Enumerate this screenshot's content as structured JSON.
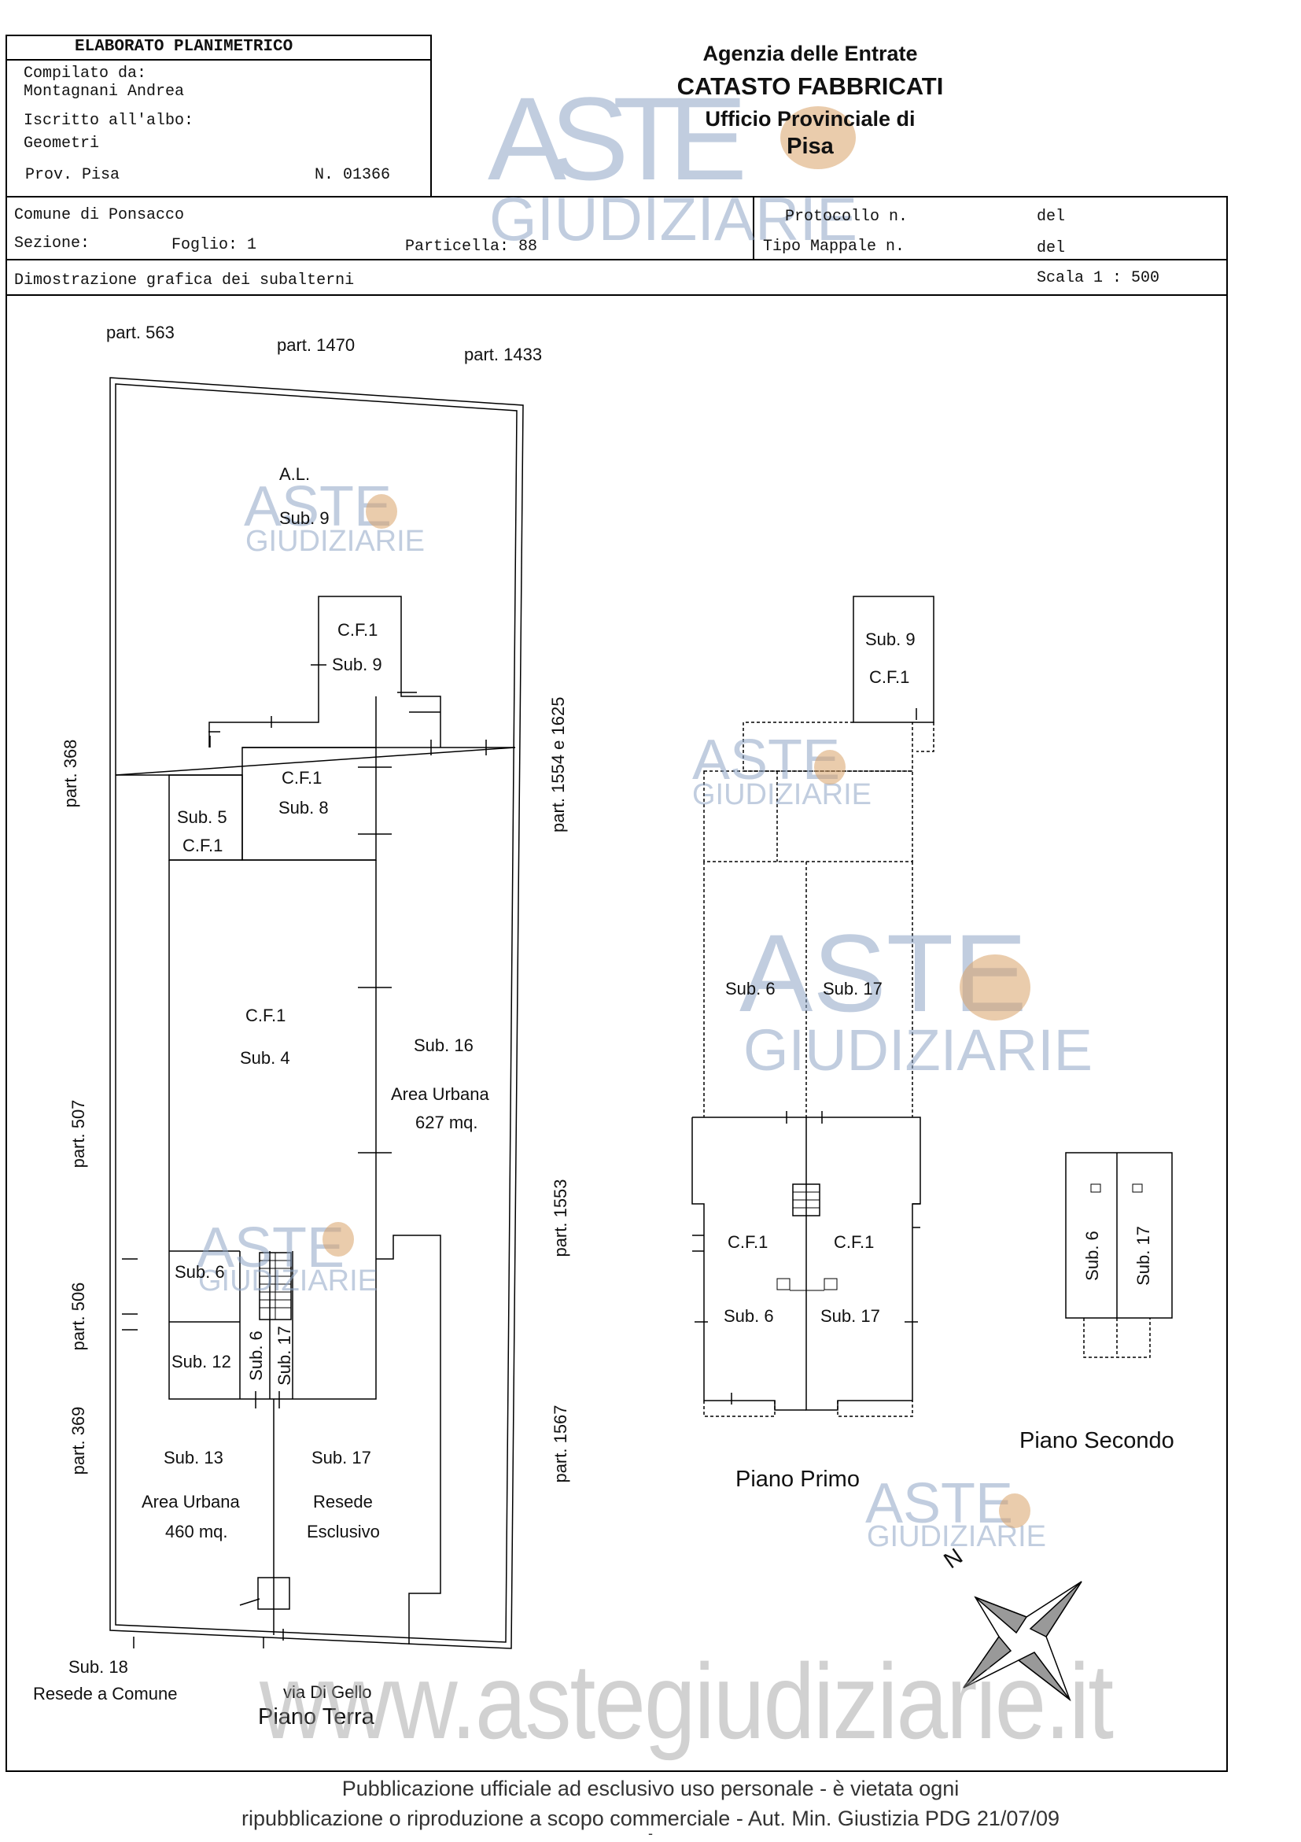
{
  "header": {
    "title": "ELABORATO PLANIMETRICO",
    "compiled_label": "Compilato da:",
    "compiled_name": "Montagnani Andrea",
    "registered_label": "Iscritto all'albo:",
    "registered_value": "Geometri",
    "prov_label": "Prov. Pisa",
    "number": "N. 01366"
  },
  "agency": {
    "line1": "Agenzia delle Entrate",
    "line2": "CATASTO FABBRICATI",
    "line3": "Ufficio Provinciale di",
    "line4": "Pisa"
  },
  "info": {
    "comune": "Comune di Ponsacco",
    "sezione": "Sezione:",
    "foglio": "Foglio: 1",
    "particella": "Particella: 88",
    "protocollo": "Protocollo n.",
    "protocollo_del": "del",
    "tipo_mappale": "Tipo Mappale n.",
    "tipo_del": "del",
    "dimostrazione": "Dimostrazione grafica dei subalterni",
    "scala": "Scala 1 : 500"
  },
  "plan": {
    "part_563": "part. 563",
    "part_1470": "part. 1470",
    "part_1433": "part. 1433",
    "part_368": "part. 368",
    "part_1554": "part. 1554 e 1625",
    "part_507": "part. 507",
    "part_506": "part. 506",
    "part_1553": "part. 1553",
    "part_369": "part. 369",
    "part_1567": "part. 1567",
    "al": "A.L.",
    "sub9_top": "Sub. 9",
    "cf1_a": "C.F.1",
    "sub9_b": "Sub. 9",
    "cf1_b": "C.F.1",
    "sub8": "Sub. 8",
    "sub5": "Sub. 5",
    "cf1_c": "C.F.1",
    "cf1_d": "C.F.1",
    "sub4": "Sub. 4",
    "sub16": "Sub. 16",
    "area_urbana_a": "Area Urbana",
    "mq627": "627 mq.",
    "sub6_a": "Sub. 6",
    "sub12": "Sub. 12",
    "sub6_rot": "Sub. 6",
    "sub17_rot": "Sub. 17",
    "sub13": "Sub. 13",
    "area_urbana_b": "Area Urbana",
    "mq460": "460 mq.",
    "sub17_a": "Sub. 17",
    "resede": "Resede",
    "esclusivo": "Esclusivo",
    "sub18": "Sub. 18",
    "resede_comune": "Resede a Comune",
    "via": "via Di Gello",
    "piano_terra": "Piano Terra",
    "p1_sub9": "Sub. 9",
    "p1_cf1": "C.F.1",
    "p1_sub6": "Sub. 6",
    "p1_sub17": "Sub. 17",
    "p1_cf1_a": "C.F.1",
    "p1_cf1_b": "C.F.1",
    "p1_sub6_b": "Sub. 6",
    "p1_sub17_b": "Sub. 17",
    "piano_primo": "Piano Primo",
    "p2_sub6": "Sub. 6",
    "p2_sub17": "Sub. 17",
    "piano_secondo": "Piano Secondo",
    "north": "N"
  },
  "watermark": {
    "aste": "ASTE",
    "giudiziarie": "GIUDIZIARIE",
    "url": "www.astegiudiziarie.it"
  },
  "footer": {
    "line1": "Pubblicazione ufficiale ad esclusivo uso personale - è vietata ogni",
    "line2": "ripubblicazione o riproduzione a scopo commerciale - Aut. Min. Giustizia PDG 21/07/09",
    "line3": "-"
  }
}
